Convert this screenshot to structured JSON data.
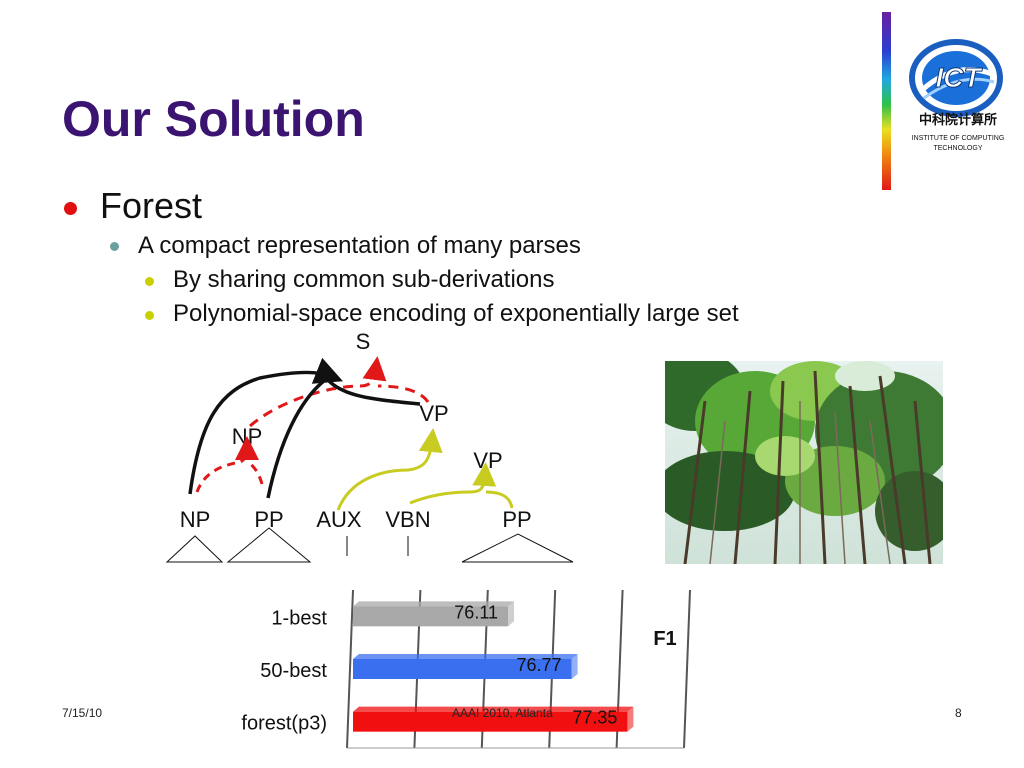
{
  "slide": {
    "title": "Our Solution",
    "bullets": {
      "level1": "Forest",
      "level2": "A compact representation of many parses",
      "level3": [
        "By sharing common sub-derivations",
        "Polynomial-space encoding of exponentially large set"
      ]
    },
    "tree": {
      "root": "S",
      "vp_top": "VP",
      "np_mid": "NP",
      "vp_mid": "VP",
      "leaves": [
        "NP",
        "PP",
        "AUX",
        "VBN",
        "PP"
      ]
    },
    "logo": {
      "wordmark": "ICT",
      "chinese_name": "中科院计算所",
      "line1": "INSTITUTE OF COMPUTING",
      "line2": "TECHNOLOGY"
    },
    "footer": {
      "date": "7/15/10",
      "venue": "AAAI 2010, Atlanta",
      "page": "8"
    }
  },
  "chart_data": {
    "type": "bar",
    "orientation": "horizontal",
    "categories": [
      "1-best",
      "50-best",
      "forest(p3)"
    ],
    "values": [
      76.11,
      76.77,
      77.35
    ],
    "value_labels": [
      "76.11",
      "76.77",
      "77.35"
    ],
    "bar_colors": [
      "#a8a8a8",
      "#3a6ff0",
      "#f01010"
    ],
    "legend_label": "F1",
    "xlim": [
      74.5,
      78
    ],
    "grid": true
  },
  "colors": {
    "title": "#3b1472",
    "bullet1": "#e01010",
    "bullet2": "#6aa0a0",
    "bullet3": "#c8d000"
  }
}
